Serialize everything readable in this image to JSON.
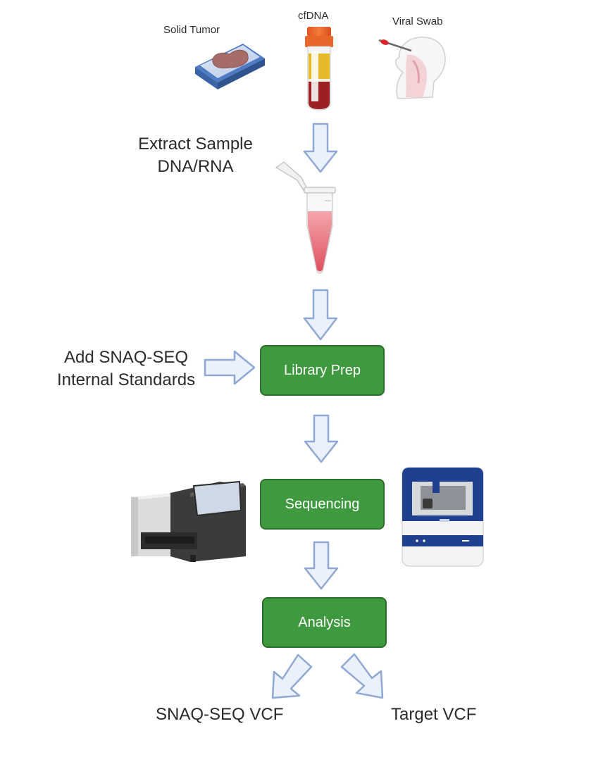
{
  "samples": {
    "solid_tumor": "Solid Tumor",
    "cfdna": "cfDNA",
    "viral_swab": "Viral Swab"
  },
  "steps": {
    "extract_line1": "Extract Sample",
    "extract_line2": "DNA/RNA",
    "standards_line1": "Add SNAQ-SEQ",
    "standards_line2": "Internal Standards",
    "library_prep": "Library Prep",
    "sequencing": "Sequencing",
    "analysis": "Analysis"
  },
  "outputs": {
    "snaq_vcf": "SNAQ-SEQ VCF",
    "target_vcf": "Target VCF"
  },
  "colors": {
    "box_fill": "#3f9a3f",
    "box_border": "#2c6e2c",
    "arrow_fill": "#eaf1fb",
    "arrow_stroke": "#8fa8d4"
  },
  "icons": [
    "tissue-slide-icon",
    "blood-tube-icon",
    "nasal-swab-icon",
    "microcentrifuge-tube-icon",
    "sequencer-left-icon",
    "sequencer-right-icon"
  ]
}
